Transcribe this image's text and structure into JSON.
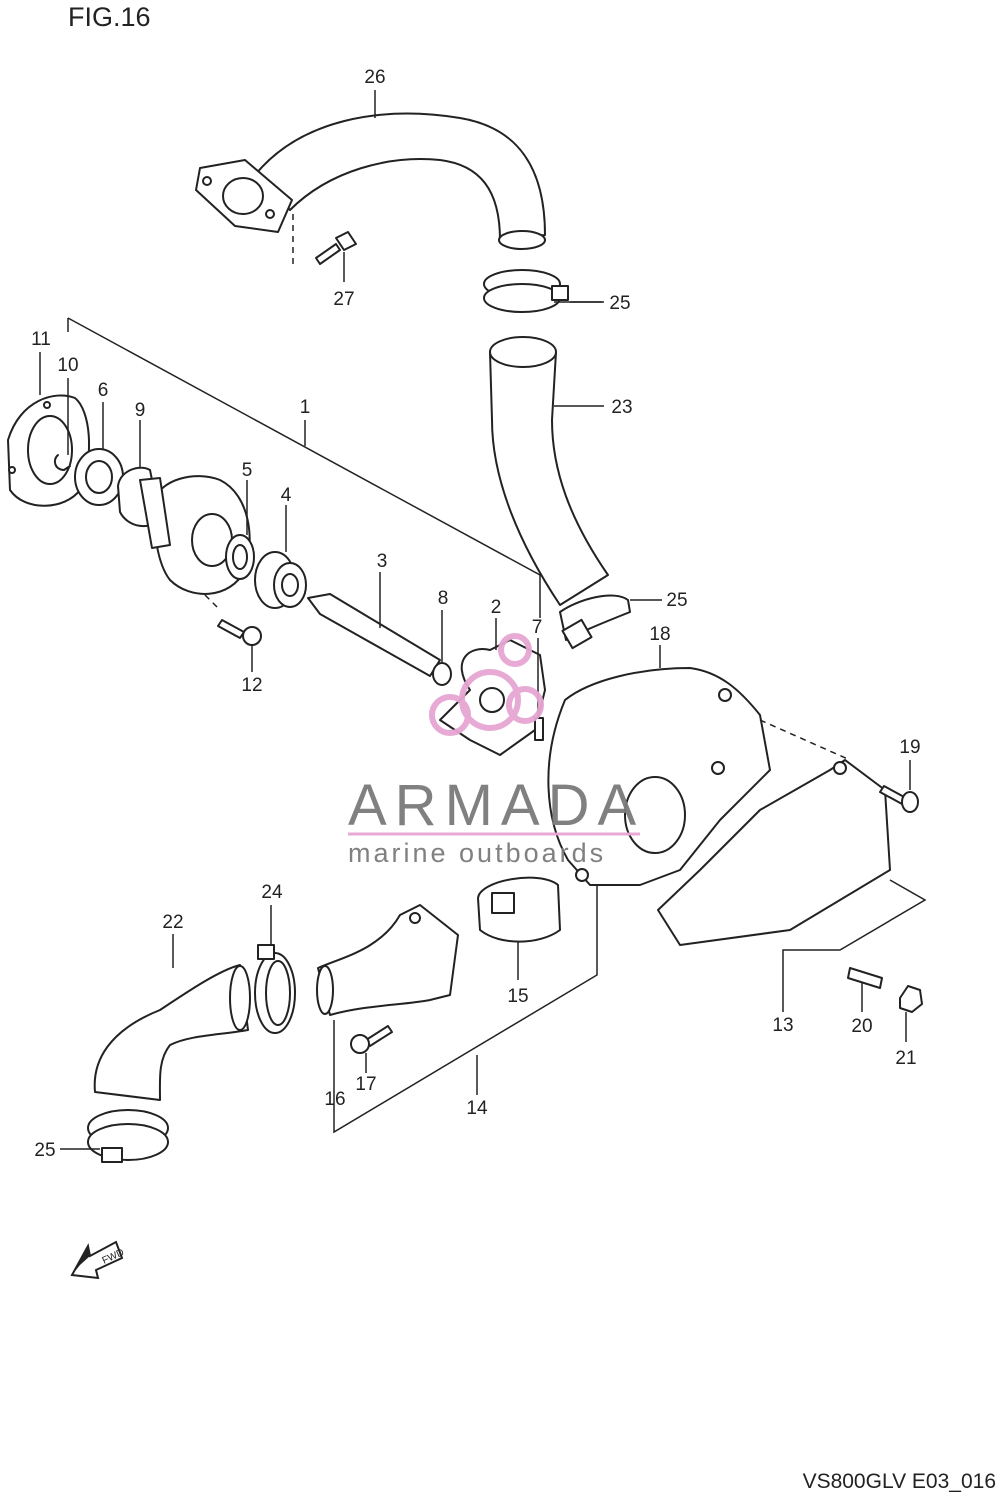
{
  "figure": {
    "title": "FIG.16",
    "code": "VS800GLV E03_016"
  },
  "watermark": {
    "brand": "ARMADA",
    "tagline": "marine outboards",
    "accent_color": "#e6a6d2"
  },
  "callouts": [
    "1",
    "2",
    "3",
    "4",
    "5",
    "6",
    "7",
    "8",
    "9",
    "10",
    "11",
    "12",
    "13",
    "14",
    "15",
    "16",
    "17",
    "18",
    "19",
    "20",
    "21",
    "22",
    "23",
    "24",
    "25",
    "25",
    "25",
    "26",
    "27"
  ],
  "fwd_arrow": {
    "label": "FWD",
    "icon": "fwd-arrow-icon"
  }
}
